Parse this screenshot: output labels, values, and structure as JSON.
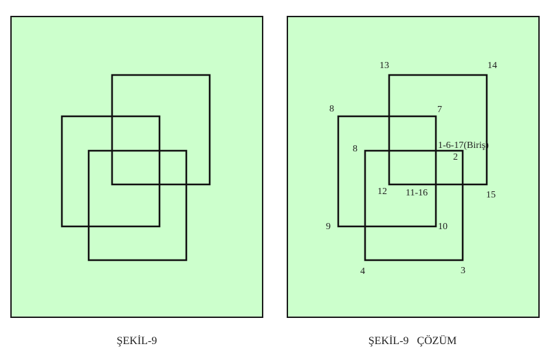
{
  "left_panel": {
    "caption": "ŞEKİL-9"
  },
  "right_panel": {
    "caption": "ŞEKİL-9   ÇÖZÜM",
    "point_labels": {
      "p13": "13",
      "p14": "14",
      "p8_outer": "8",
      "p7": "7",
      "p8_inner": "8",
      "p_start": "1-6-17(Biriş)",
      "p2": "2",
      "p12": "12",
      "p11_16": "11-16",
      "p15": "15",
      "p9": "9",
      "p10": "10",
      "p4": "4",
      "p3": "3"
    }
  },
  "colors": {
    "panel_fill": "#ccffcc",
    "stroke": "#111111"
  }
}
